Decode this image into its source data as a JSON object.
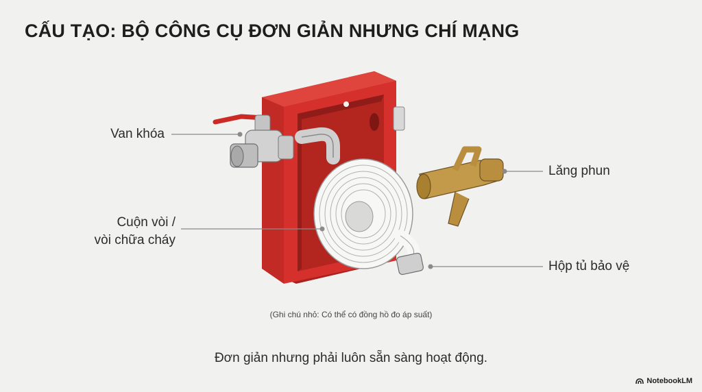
{
  "title": "CẤU TẠO: BỘ CÔNG CỤ ĐƠN GIẢN NHƯNG CHÍ MẠNG",
  "labels": {
    "valve": "Van khóa",
    "hose_line1": "Cuộn vòi /",
    "hose_line2": "vòi chữa cháy",
    "nozzle": "Lăng phun",
    "cabinet": "Hộp tủ bảo vệ"
  },
  "note": "(Ghi chú nhỏ: Có thể có đồng hồ đo áp suất)",
  "footer": "Đơn giản nhưng phải luôn sẵn sàng hoạt động.",
  "brand": "NotebookLM",
  "colors": {
    "cabinet_red": "#d6302c",
    "cabinet_dark": "#a8221f",
    "hose_white": "#f7f7f5",
    "brass": "#b98e3e",
    "steel": "#b8b8b8",
    "valve_handle": "#cc2a24"
  }
}
